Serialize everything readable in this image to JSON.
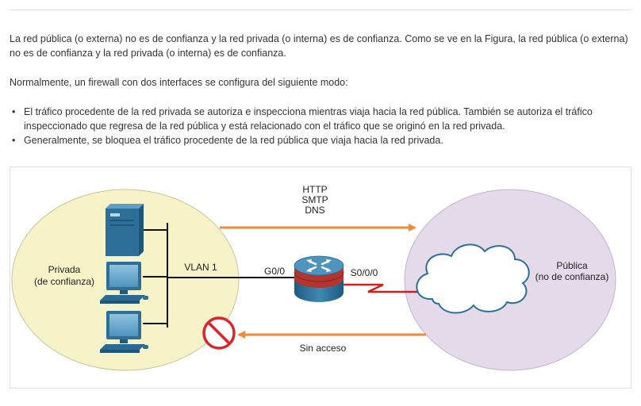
{
  "text": {
    "paragraph_1": "La red pública (o externa) no es de confianza y la red privada (o interna) es de confianza. Como se ve en la Figura, la red pública (o externa) no es de confianza y la red privada (o interna) es de confianza.",
    "paragraph_2": "Normalmente, un firewall con dos interfaces se configura del siguiente modo:",
    "bullets": [
      "El tráfico procedente de la red privada se autoriza e inspecciona mientras viaja hacia la red pública. También se autoriza el tráfico inspeccionado que regresa de la red pública y está relacionado con el tráfico que se originó en la red privada.",
      "Generalmente, se bloquea el tráfico procedente de la red pública que viaja hacia la red privada."
    ]
  },
  "diagram": {
    "private_label": [
      "Privada",
      "(de confianza)"
    ],
    "public_label": [
      "Pública",
      "(no de confianza)"
    ],
    "vlan_label": "VLAN 1",
    "g_interface": "G0/0",
    "s_interface": "S0/0/0",
    "protocols": [
      "HTTP",
      "SMTP",
      "DNS"
    ],
    "no_access_label": "Sin acceso",
    "colors": {
      "private_zone": "#f6f3c8",
      "public_zone": "#e4daea",
      "arrow": "#f08a3c",
      "serial_link": "#d0211f",
      "blocked": "#d9262c",
      "router": "#2b6f97",
      "router_band": "#b5342e"
    },
    "icons": [
      "server-icon",
      "pc-icon",
      "pc-icon",
      "router-firewall-icon",
      "cloud-icon",
      "prohibited-icon"
    ]
  }
}
